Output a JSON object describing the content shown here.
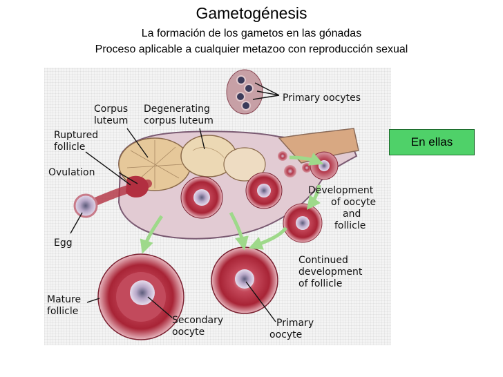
{
  "header": {
    "title": "Gametogénesis",
    "subtitle": "La formación de los gametos en las gónadas",
    "subtitle2": "Proceso aplicable a cualquier metazoo con reproducción sexual"
  },
  "diagram": {
    "labels": {
      "primary_oocytes": "Primary oocytes",
      "corpus_luteum_1": "Corpus",
      "corpus_luteum_2": "luteum",
      "degenerating_1": "Degenerating",
      "degenerating_2": "corpus luteum",
      "ruptured_1": "Ruptured",
      "ruptured_2": "follicle",
      "ovulation": "Ovulation",
      "egg": "Egg",
      "development_1": "Development",
      "development_2": "of oocyte",
      "development_3": "and",
      "development_4": "follicle",
      "continued_1": "Continued",
      "continued_2": "development",
      "continued_3": "of follicle",
      "mature_1": "Mature",
      "mature_2": "follicle",
      "secondary_1": "Secondary",
      "secondary_2": "oocyte",
      "primary_1": "Primary",
      "primary_2": "oocyte"
    }
  },
  "button": {
    "label": "En ellas"
  },
  "colors": {
    "ovary_fill": "#e2cbd3",
    "corpus_fill": "#e6c89a",
    "follicle_red": "#b23040",
    "arrow_green": "#9ed98a",
    "button_green": "#4fd169"
  }
}
